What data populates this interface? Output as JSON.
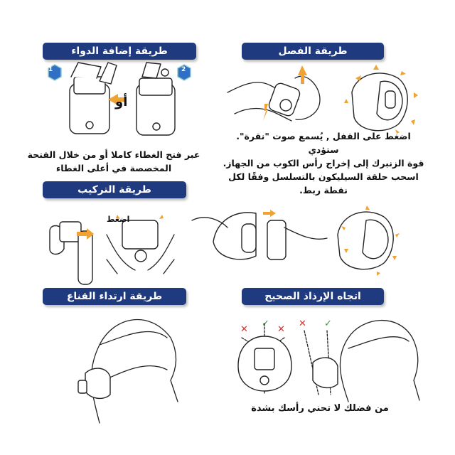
{
  "sections": {
    "add_medicine": {
      "title": "طريقة إضافة الدواء",
      "step1_badge": "1",
      "step2_badge": "2",
      "or_label": "أو",
      "description_line1": "عبر فتح الغطاء كاملا أو من خلال الفتحة",
      "description_line2": "المخصصة في أعلى الغطاء"
    },
    "detach": {
      "title": "طريقة الفصل",
      "description_line1": "اضغط على القفل , يُسمع صوت \"نقرة\". ستؤدي",
      "description_line2": "قوة الزنبرك إلى إخراج رأس الكوب من الجهاز.",
      "description_line3": "اسحب حلقة السيليكون بالتسلسل وفقًا لكل",
      "description_line4": "نقطة ربط."
    },
    "install": {
      "title": "طريقة التركيب",
      "press_label": "اضغط"
    },
    "wear_mask": {
      "title": "طريقة ارتداء القناع"
    },
    "spray_direction": {
      "title": "اتجاه الإرذاذ الصحيح",
      "caption": "من فضلك لا تحني رأسك بشدة"
    }
  },
  "colors": {
    "header_bg": "#1f3a7e",
    "arrow": "#f0a232",
    "badge": "#2f6fc4",
    "wrong": "#d8322c",
    "right": "#3a9a3a"
  }
}
